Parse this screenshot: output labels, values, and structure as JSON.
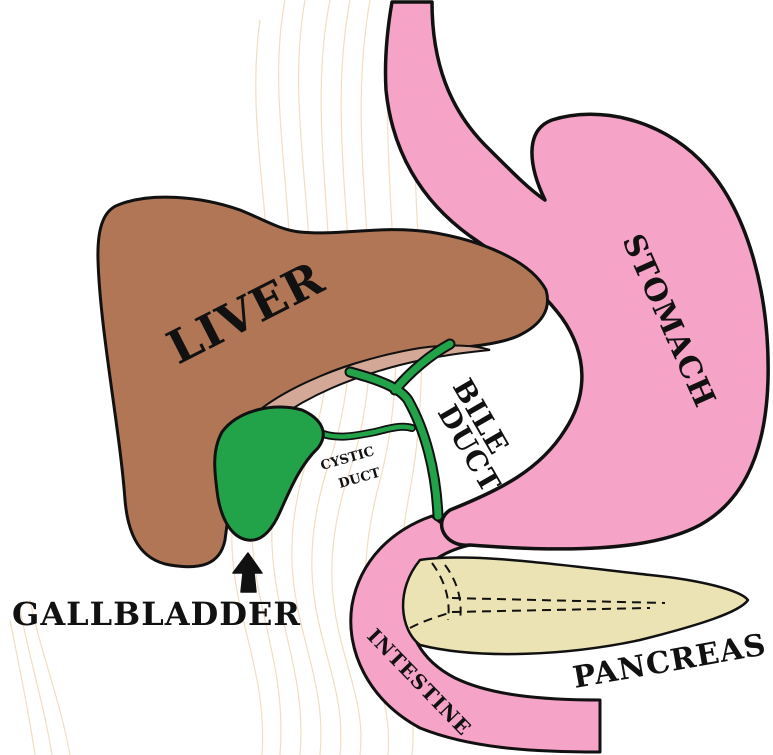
{
  "labels": {
    "liver": "LIVER",
    "stomach": "STOMACH",
    "bile_duct_line1": "BILE",
    "bile_duct_line2": "DUCT",
    "cystic_duct_line1": "CYSTIC",
    "cystic_duct_line2": "DUCT",
    "gallbladder": "GALLBLADDER",
    "pancreas": "PANCREAS",
    "intestine": "INTESTINE"
  },
  "colors": {
    "liver": "#b07656",
    "liver_underside": "#d4a896",
    "stomach": "#f5a3c7",
    "gallbladder": "#22a34a",
    "pancreas": "#ece3b5",
    "outline": "#111111",
    "background_lines": "#f3dcc2"
  }
}
